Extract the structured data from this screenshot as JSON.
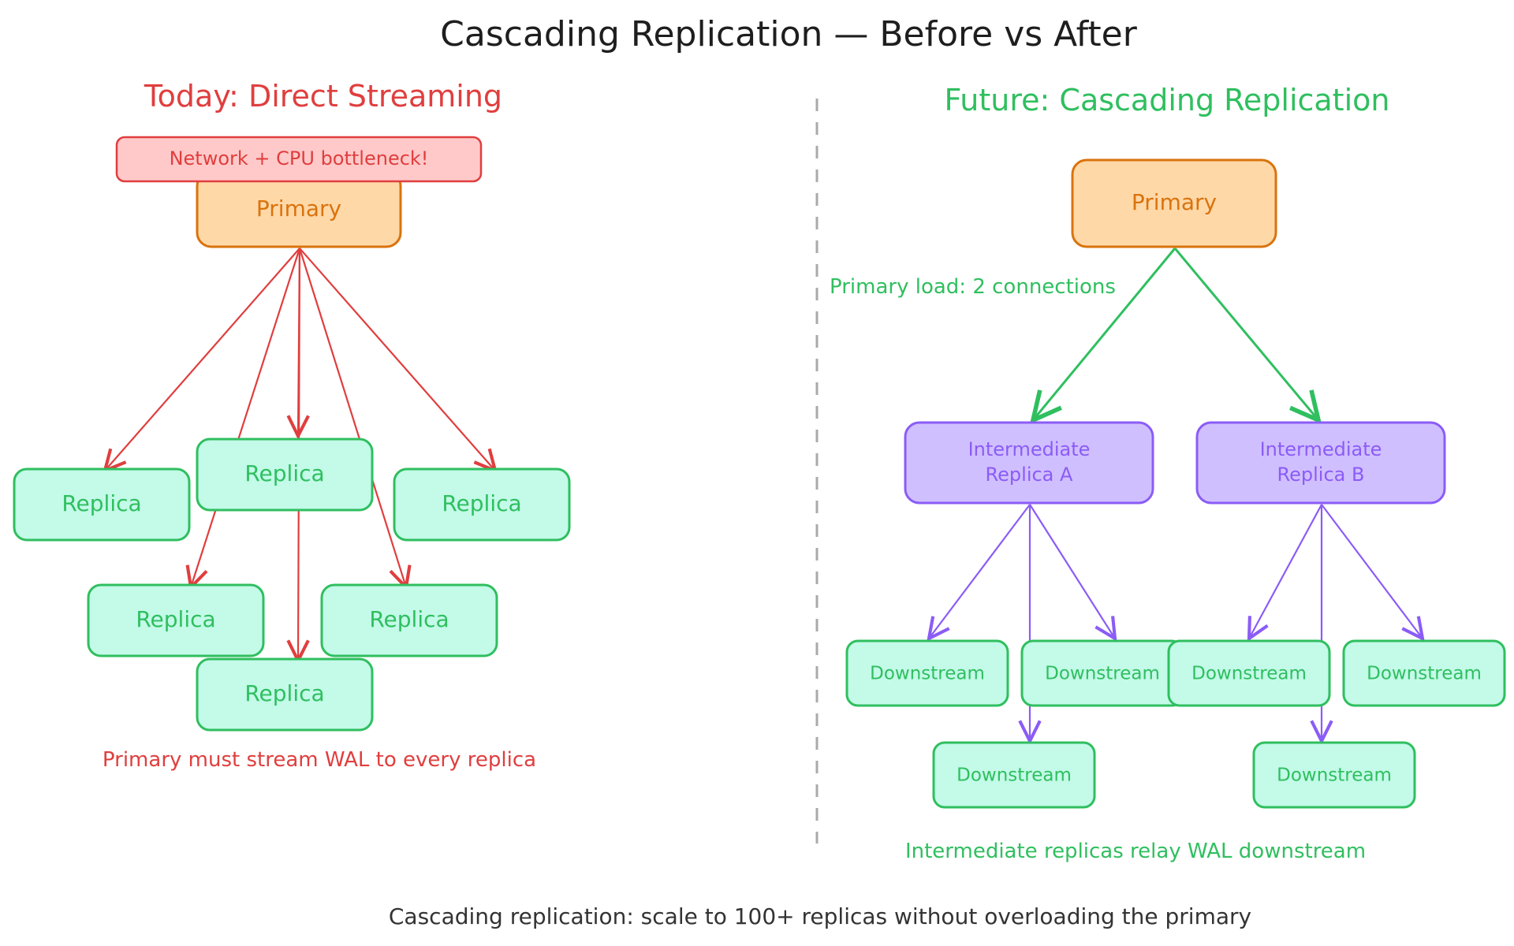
{
  "title": "Cascading Replication — Before vs After",
  "left": {
    "heading": "Today: Direct Streaming",
    "bottleneck_label": "Network + CPU bottleneck!",
    "primary_label": "Primary",
    "replica_labels": [
      "Replica",
      "Replica",
      "Replica",
      "Replica",
      "Replica",
      "Replica"
    ],
    "note": "Primary must stream WAL to every replica"
  },
  "right": {
    "heading": "Future: Cascading Replication",
    "primary_label": "Primary",
    "load_note": "Primary load: 2 connections",
    "intermediate_a_lines": [
      "Intermediate",
      "Replica A"
    ],
    "intermediate_b_lines": [
      "Intermediate",
      "Replica B"
    ],
    "downstream_labels": [
      "Downstream",
      "Downstream",
      "Downstream",
      "Downstream",
      "Downstream",
      "Downstream"
    ],
    "note": "Intermediate replicas relay WAL downstream"
  },
  "footer": "Cascading replication: scale to 100+ replicas without overloading the primary",
  "colors": {
    "red": "#e03e3e",
    "red_fill": "#ffc9c9",
    "orange": "#d9730d",
    "orange_fill": "#ffd8a8",
    "green": "#2fbf5f",
    "green_fill": "#c3fae8",
    "purple": "#8b5cf6",
    "purple_fill": "#d0bfff",
    "text": "#1e1e1e",
    "divider": "#aaaaaa"
  }
}
